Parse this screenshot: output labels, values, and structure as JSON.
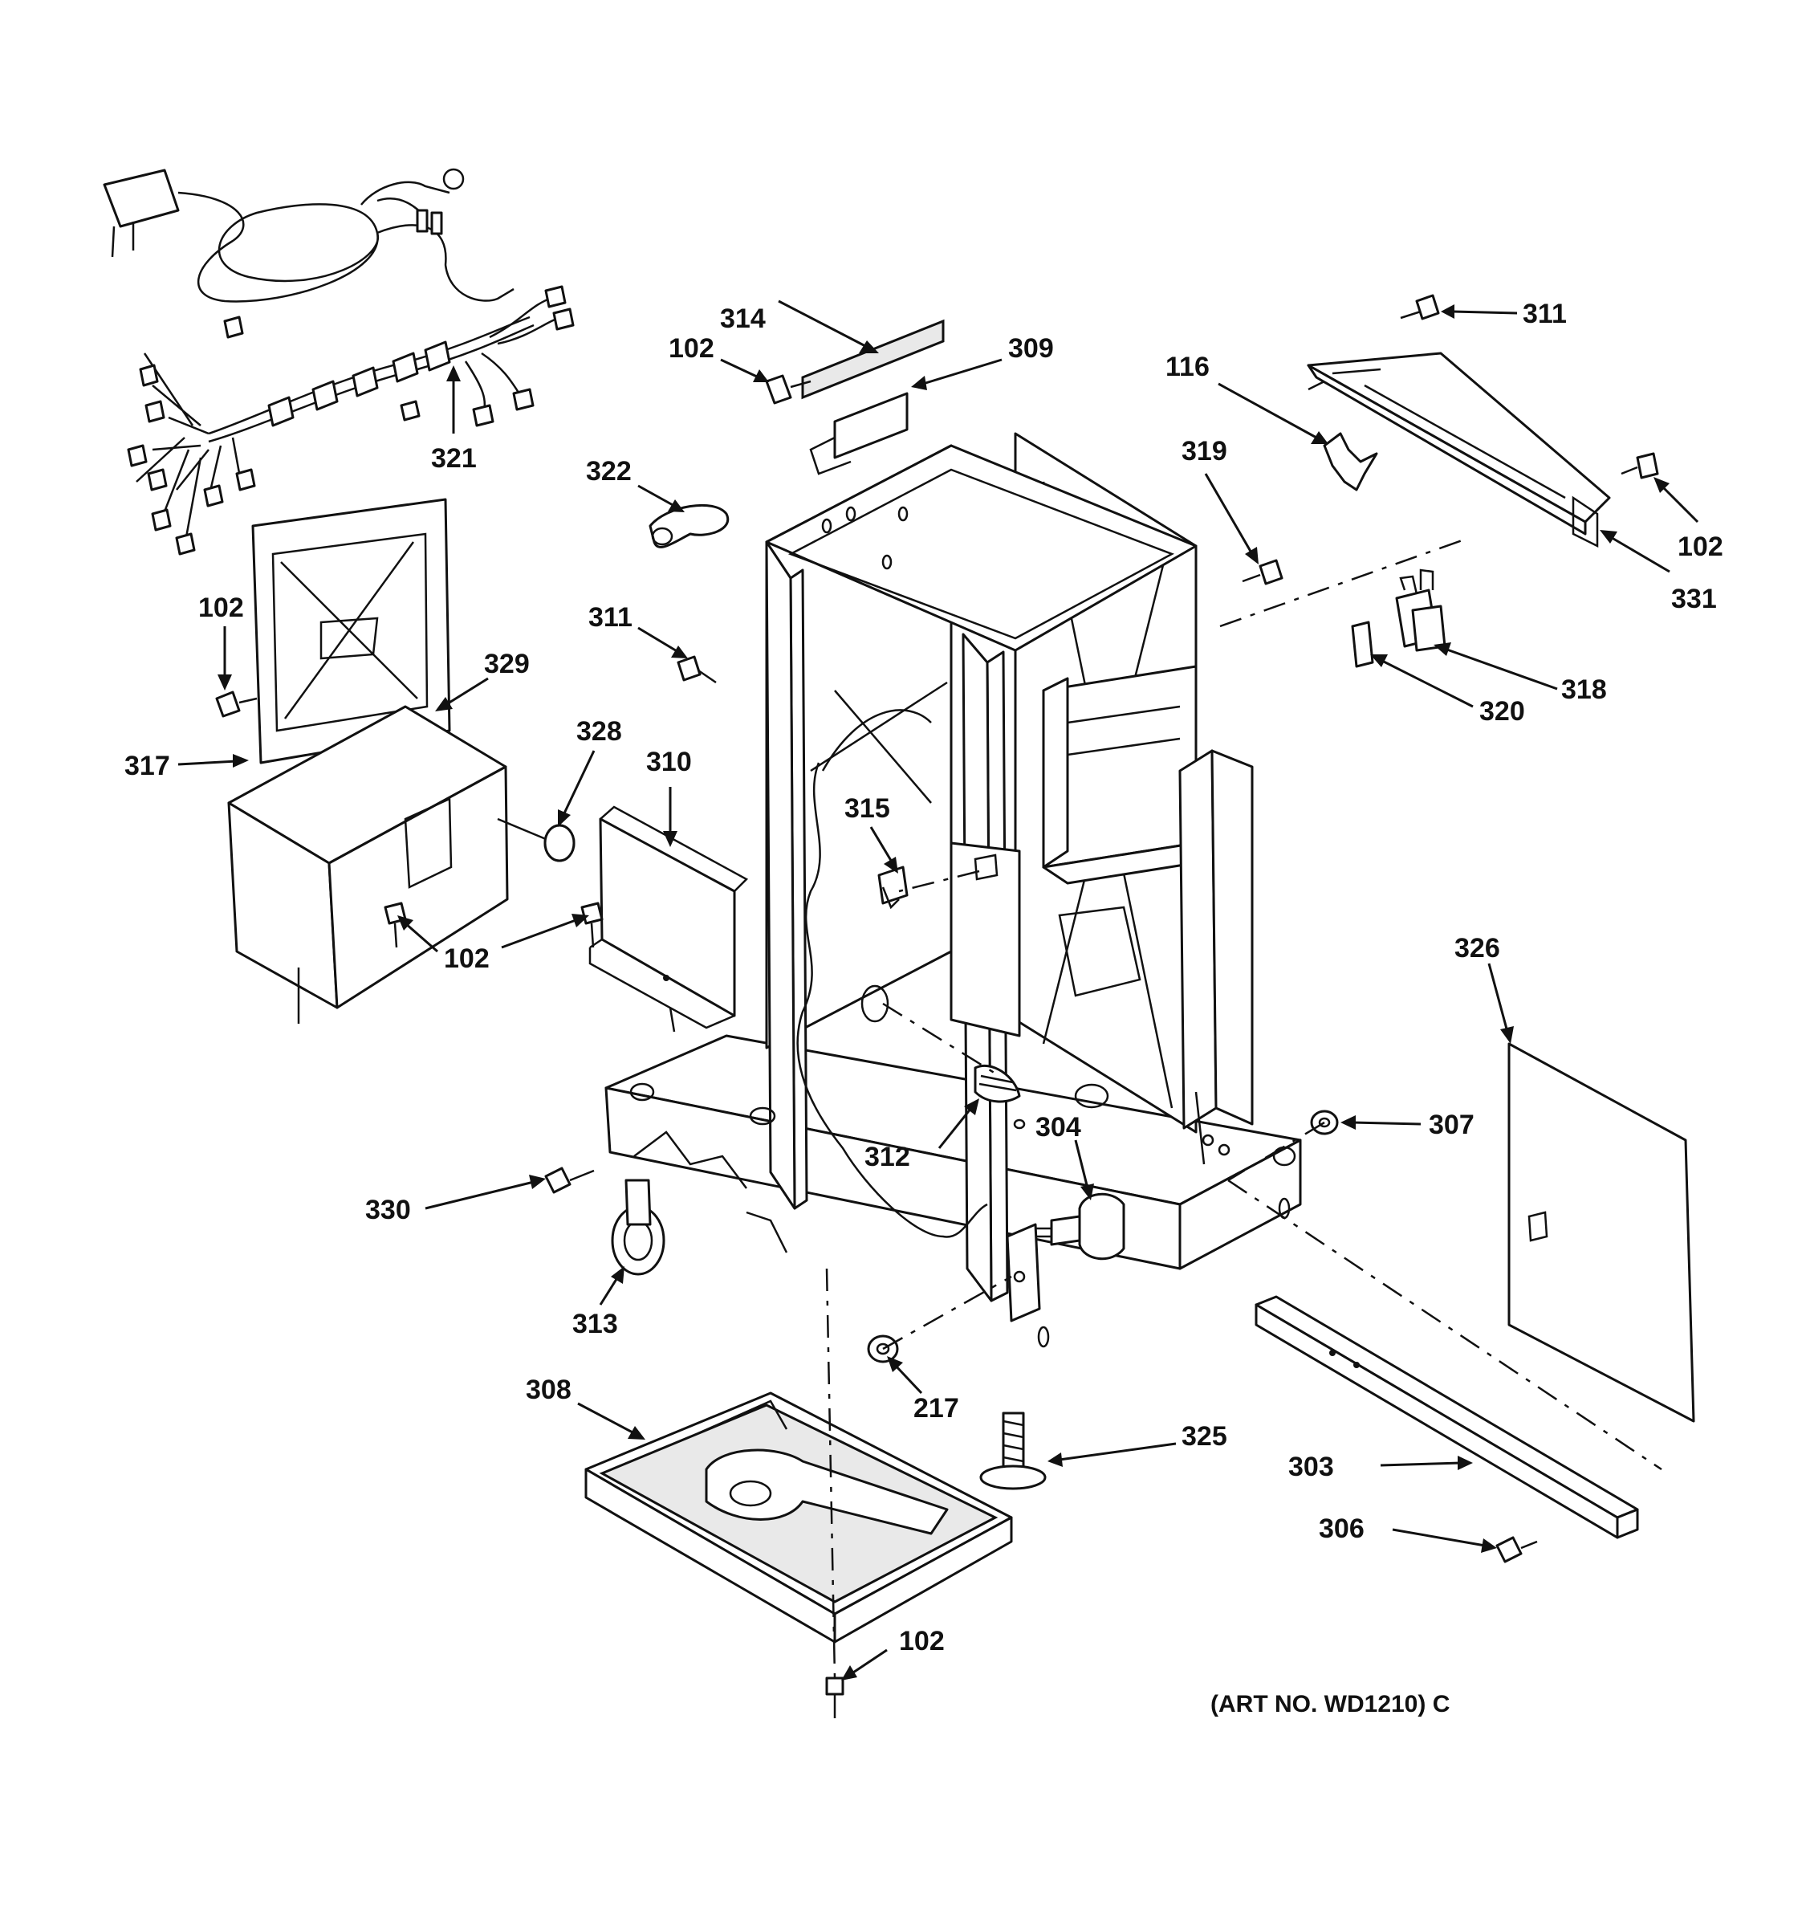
{
  "diagram": {
    "art_number": "(ART NO. WD1210) C",
    "callouts": [
      {
        "id": "c314",
        "label": "314"
      },
      {
        "id": "c309",
        "label": "309"
      },
      {
        "id": "c102a",
        "label": "102"
      },
      {
        "id": "c311a",
        "label": "311"
      },
      {
        "id": "c116",
        "label": "116"
      },
      {
        "id": "c102b",
        "label": "102"
      },
      {
        "id": "c331",
        "label": "331"
      },
      {
        "id": "c321",
        "label": "321"
      },
      {
        "id": "c322",
        "label": "322"
      },
      {
        "id": "c319",
        "label": "319"
      },
      {
        "id": "c311b",
        "label": "311"
      },
      {
        "id": "c102c",
        "label": "102"
      },
      {
        "id": "c329",
        "label": "329"
      },
      {
        "id": "c317",
        "label": "317"
      },
      {
        "id": "c328",
        "label": "328"
      },
      {
        "id": "c310",
        "label": "310"
      },
      {
        "id": "c320",
        "label": "320"
      },
      {
        "id": "c318",
        "label": "318"
      },
      {
        "id": "c315",
        "label": "315"
      },
      {
        "id": "c102d",
        "label": "102"
      },
      {
        "id": "c326",
        "label": "326"
      },
      {
        "id": "c312",
        "label": "312"
      },
      {
        "id": "c304",
        "label": "304"
      },
      {
        "id": "c307",
        "label": "307"
      },
      {
        "id": "c330",
        "label": "330"
      },
      {
        "id": "c313",
        "label": "313"
      },
      {
        "id": "c217",
        "label": "217"
      },
      {
        "id": "c325",
        "label": "325"
      },
      {
        "id": "c308",
        "label": "308"
      },
      {
        "id": "c303",
        "label": "303"
      },
      {
        "id": "c306",
        "label": "306"
      },
      {
        "id": "c102e",
        "label": "102"
      }
    ]
  }
}
